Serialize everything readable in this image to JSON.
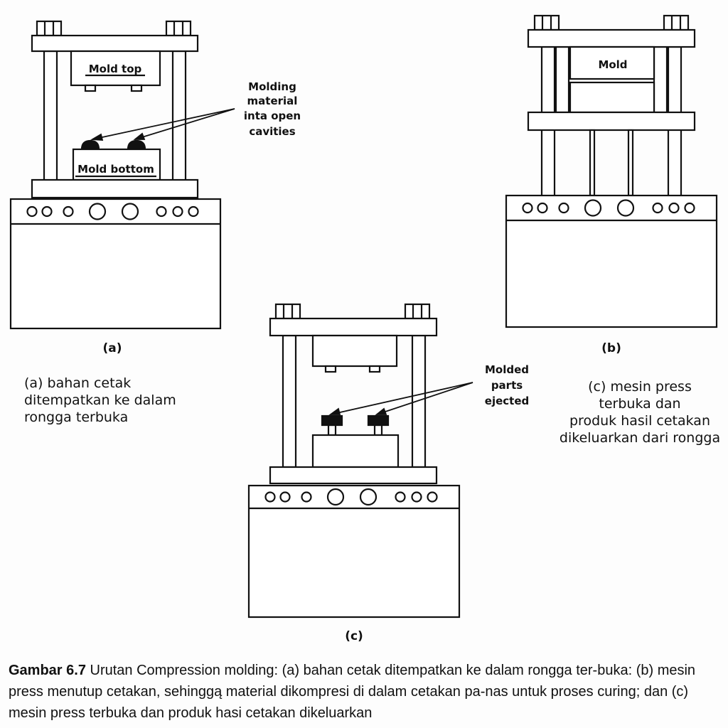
{
  "panel_a": {
    "figure_label": "(a)",
    "mold_top": "Mold top",
    "mold_bottom": "Mold bottom",
    "callout": [
      "Molding",
      "material",
      "inta open",
      "cavities"
    ],
    "description": [
      "(a) bahan cetak",
      "ditempatkan ke dalam",
      "rongga terbuka"
    ]
  },
  "panel_b": {
    "figure_label": "(b)",
    "mold": "Mold",
    "description": [
      "(c) mesin press",
      "terbuka dan",
      "produk hasil cetakan",
      "dikeluarkan dari rongga"
    ]
  },
  "panel_c": {
    "figure_label": "(c)",
    "callout": [
      "Molded",
      "parts",
      "ejected"
    ]
  },
  "caption": {
    "title": "Gambar 6.7",
    "text": " Urutan Compression molding: (a) bahan cetak ditempatkan ke dalam rongga ter-buka: (b) mesin press menutup cetakan, sehinggą material dikompresi di dalam cetakan pa-nas untuk proses curing; dan (c) mesin press terbuka dan produk hasi cetakan dikeluarkan"
  }
}
